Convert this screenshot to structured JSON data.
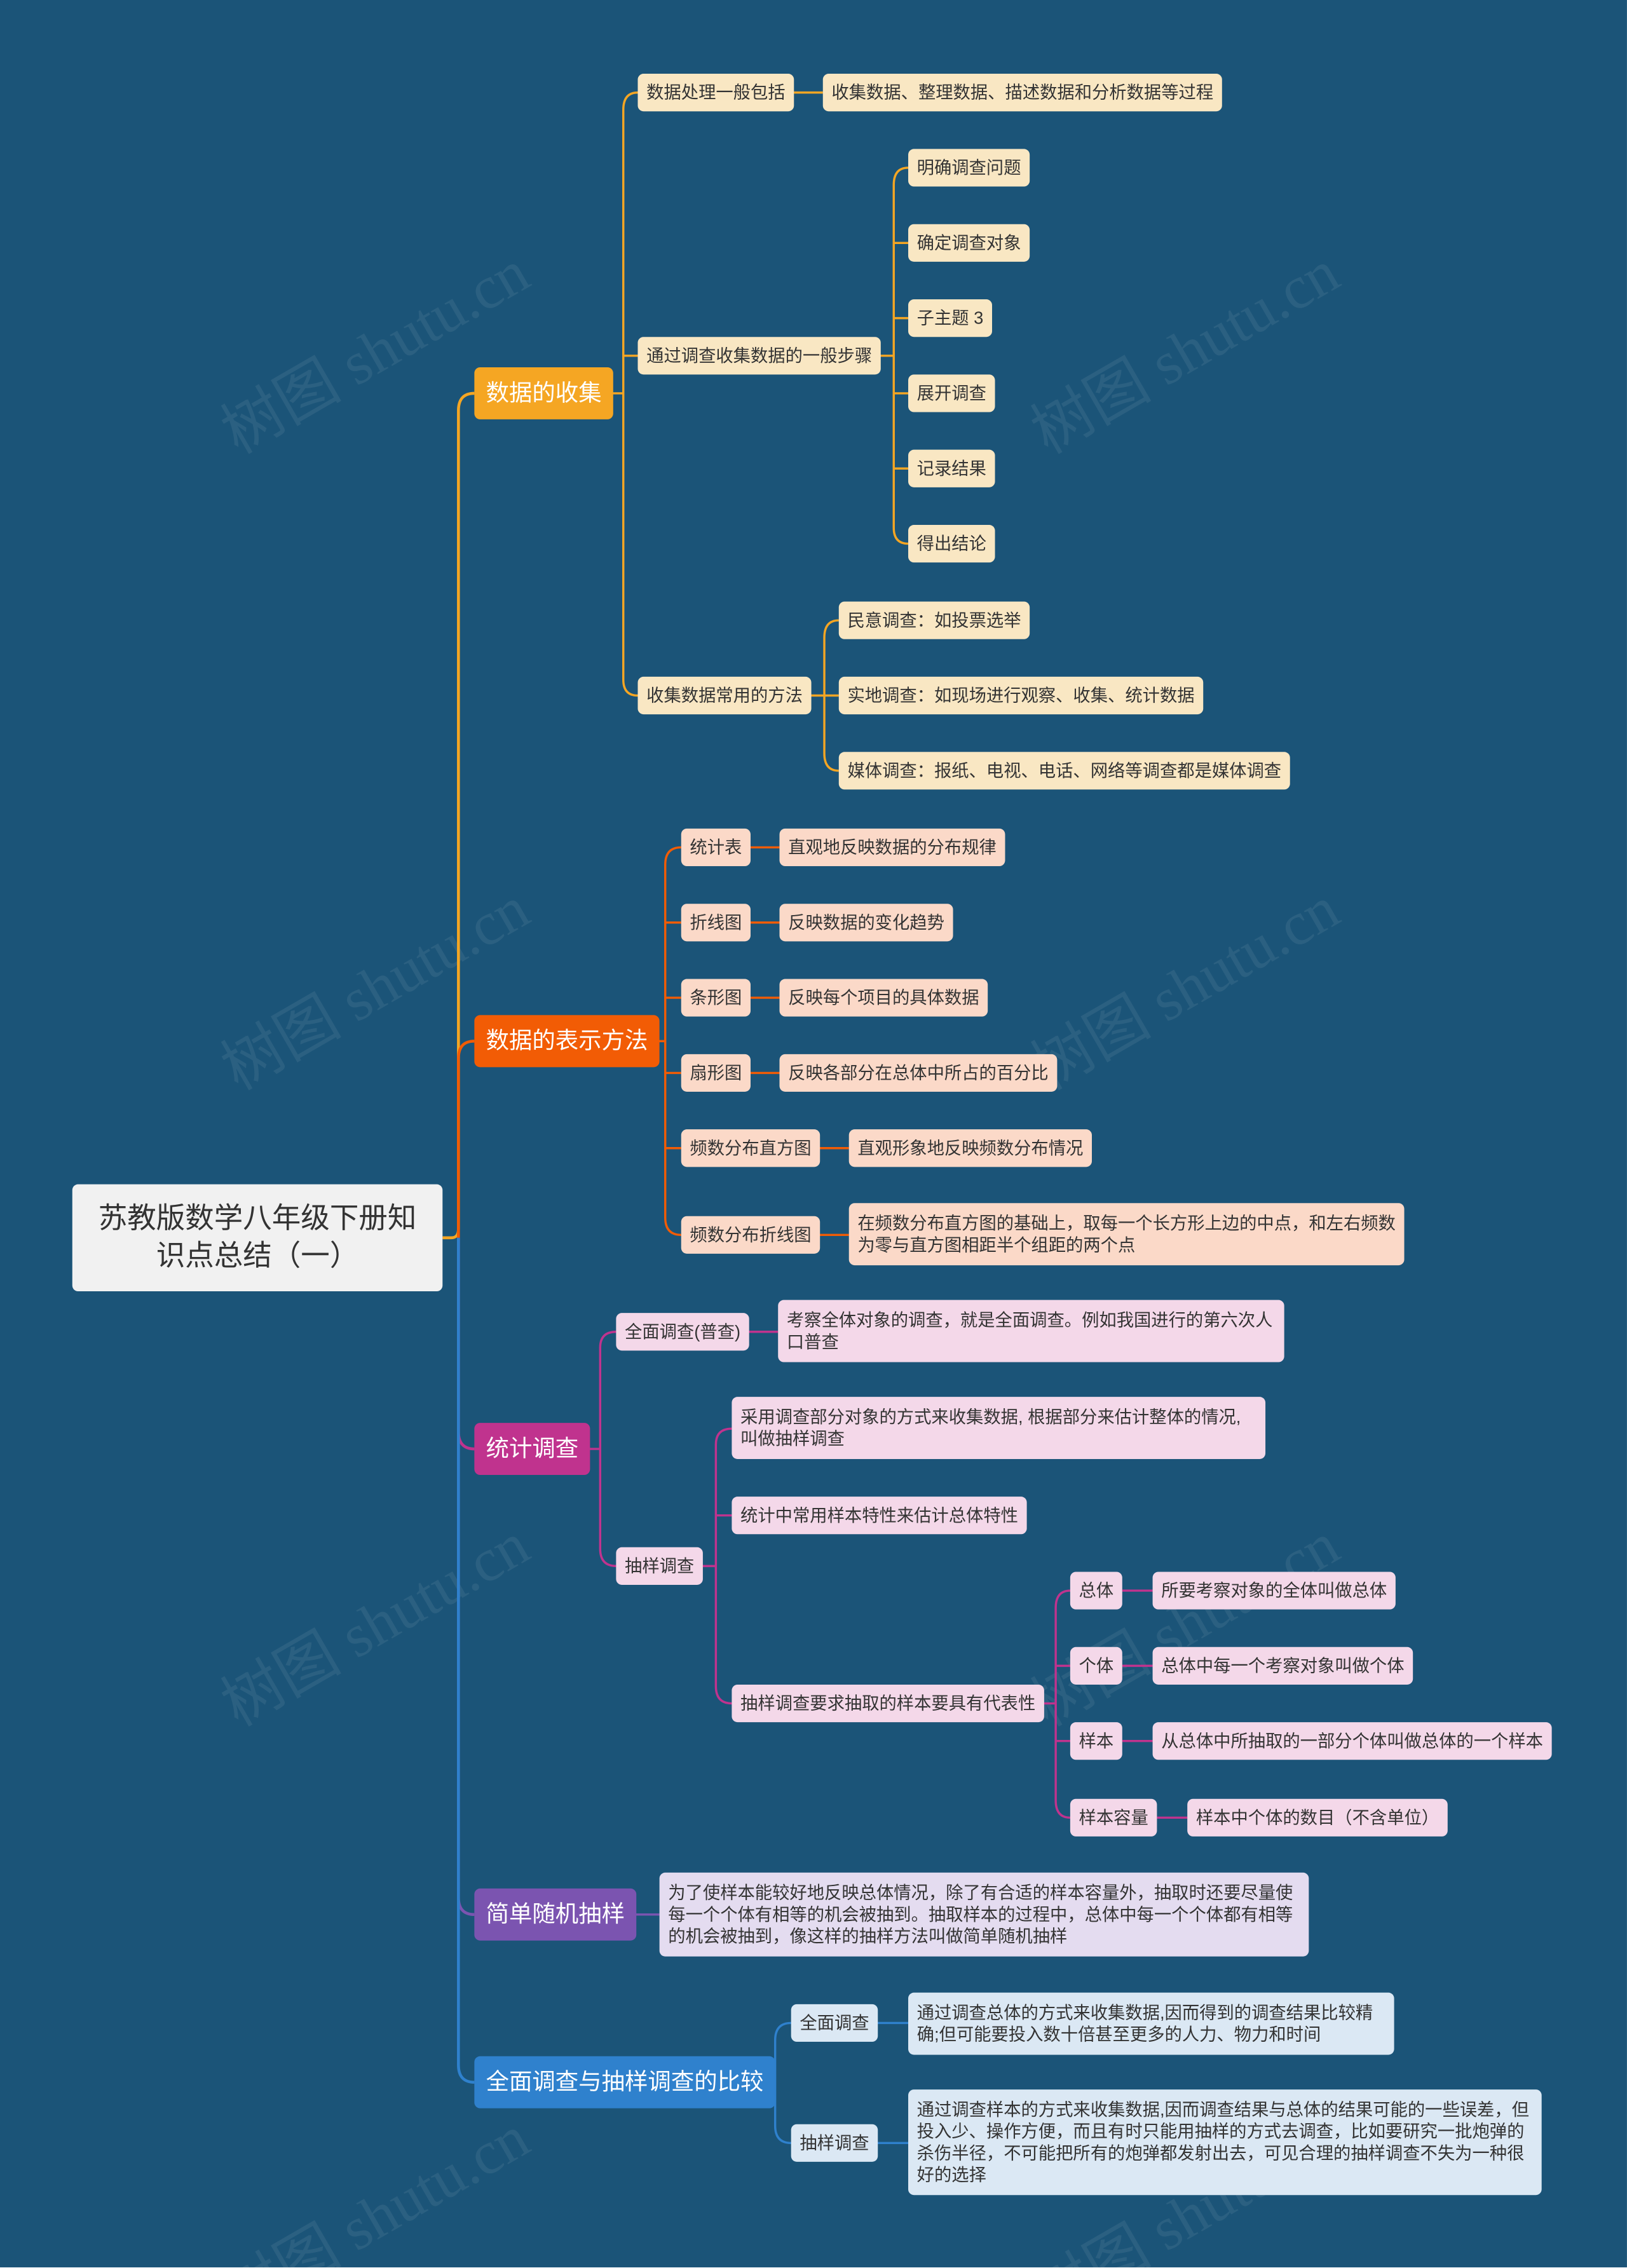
{
  "colors": {
    "background": "#1b5478",
    "branch1": "#f5a623",
    "branch2": "#f25c05",
    "branch3": "#c0338e",
    "branch4": "#7b54b0",
    "branch5": "#2f81cd"
  },
  "watermark": "树图 shutu.cn",
  "root": "苏教版数学八年级下册知识点总结（一）",
  "b1": {
    "label": "数据的收集",
    "c1": {
      "label": "数据处理一般包括",
      "d": "收集数据、整理数据、描述数据和分析数据等过程"
    },
    "c2": {
      "label": "通过调查收集数据的一般步骤",
      "items": [
        "明确调查问题",
        "确定调查对象",
        "子主题 3",
        "展开调查",
        "记录结果",
        "得出结论"
      ]
    },
    "c3": {
      "label": "收集数据常用的方法",
      "items": [
        "民意调查：如投票选举",
        "实地调查：如现场进行观察、收集、统计数据",
        "媒体调查：报纸、电视、电话、网络等调查都是媒体调查"
      ]
    }
  },
  "b2": {
    "label": "数据的表示方法",
    "items": [
      {
        "k": "统计表",
        "v": "直观地反映数据的分布规律"
      },
      {
        "k": "折线图",
        "v": "反映数据的变化趋势"
      },
      {
        "k": "条形图",
        "v": "反映每个项目的具体数据"
      },
      {
        "k": "扇形图",
        "v": "反映各部分在总体中所占的百分比"
      },
      {
        "k": "频数分布直方图",
        "v": "直观形象地反映频数分布情况"
      },
      {
        "k": "频数分布折线图",
        "v": "在频数分布直方图的基础上，取每一个长方形上边的中点，和左右频数为零与直方图相距半个组距的两个点"
      }
    ]
  },
  "b3": {
    "label": "统计调查",
    "c1": {
      "label": "全面调查(普查)",
      "d": "考察全体对象的调查，就是全面调查。例如我国进行的第六次人口普查"
    },
    "c2": {
      "label": "抽样调查",
      "d1": "采用调查部分对象的方式来收集数据, 根据部分来估计整体的情况, 叫做抽样调查",
      "d2": "统计中常用样本特性来估计总体特性",
      "d3": {
        "label": "抽样调查要求抽取的样本要具有代表性",
        "items": [
          {
            "k": "总体",
            "v": "所要考察对象的全体叫做总体"
          },
          {
            "k": "个体",
            "v": "总体中每一个考察对象叫做个体"
          },
          {
            "k": "样本",
            "v": "从总体中所抽取的一部分个体叫做总体的一个样本"
          },
          {
            "k": "样本容量",
            "v": "样本中个体的数目（不含单位）"
          }
        ]
      }
    }
  },
  "b4": {
    "label": "简单随机抽样",
    "d": "为了使样本能较好地反映总体情况，除了有合适的样本容量外，抽取时还要尽量使每一个个体有相等的机会被抽到。抽取样本的过程中，总体中每一个个体都有相等的机会被抽到，像这样的抽样方法叫做简单随机抽样"
  },
  "b5": {
    "label": "全面调查与抽样调查的比较",
    "c1": {
      "label": "全面调查",
      "d": "通过调查总体的方式来收集数据,因而得到的调查结果比较精确;但可能要投入数十倍甚至更多的人力、物力和时间"
    },
    "c2": {
      "label": "抽样调查",
      "d": "通过调查样本的方式来收集数据,因而调查结果与总体的结果可能的一些误差，但投入少、操作方便，而且有时只能用抽样的方式去调查，比如要研究一批炮弹的杀伤半径，不可能把所有的炮弹都发射出去，可见合理的抽样调查不失为一种很好的选择"
    }
  }
}
